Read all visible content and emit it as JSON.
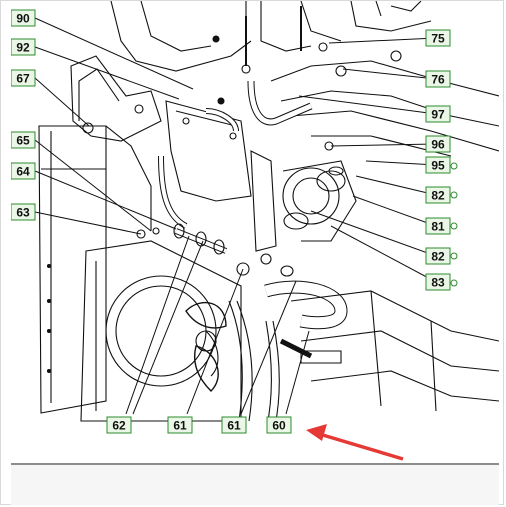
{
  "callouts": [
    {
      "id": "c90",
      "label": "90"
    },
    {
      "id": "c92",
      "label": "92"
    },
    {
      "id": "c67",
      "label": "67"
    },
    {
      "id": "c65",
      "label": "65"
    },
    {
      "id": "c64",
      "label": "64"
    },
    {
      "id": "c63",
      "label": "63"
    },
    {
      "id": "c75",
      "label": "75"
    },
    {
      "id": "c76",
      "label": "76"
    },
    {
      "id": "c97",
      "label": "97"
    },
    {
      "id": "c96",
      "label": "96"
    },
    {
      "id": "c95",
      "label": "95"
    },
    {
      "id": "c82a",
      "label": "82"
    },
    {
      "id": "c81",
      "label": "81"
    },
    {
      "id": "c82b",
      "label": "82"
    },
    {
      "id": "c83",
      "label": "83"
    },
    {
      "id": "c62",
      "label": "62"
    },
    {
      "id": "c61a",
      "label": "61"
    },
    {
      "id": "c61b",
      "label": "61"
    },
    {
      "id": "c60",
      "label": "60"
    }
  ],
  "colors": {
    "label_border": "#2e8b2e",
    "label_fill": "#eaf6e6",
    "arrow": "#e53935",
    "line": "#111111"
  },
  "marker_icon": "circle-badge-icon"
}
